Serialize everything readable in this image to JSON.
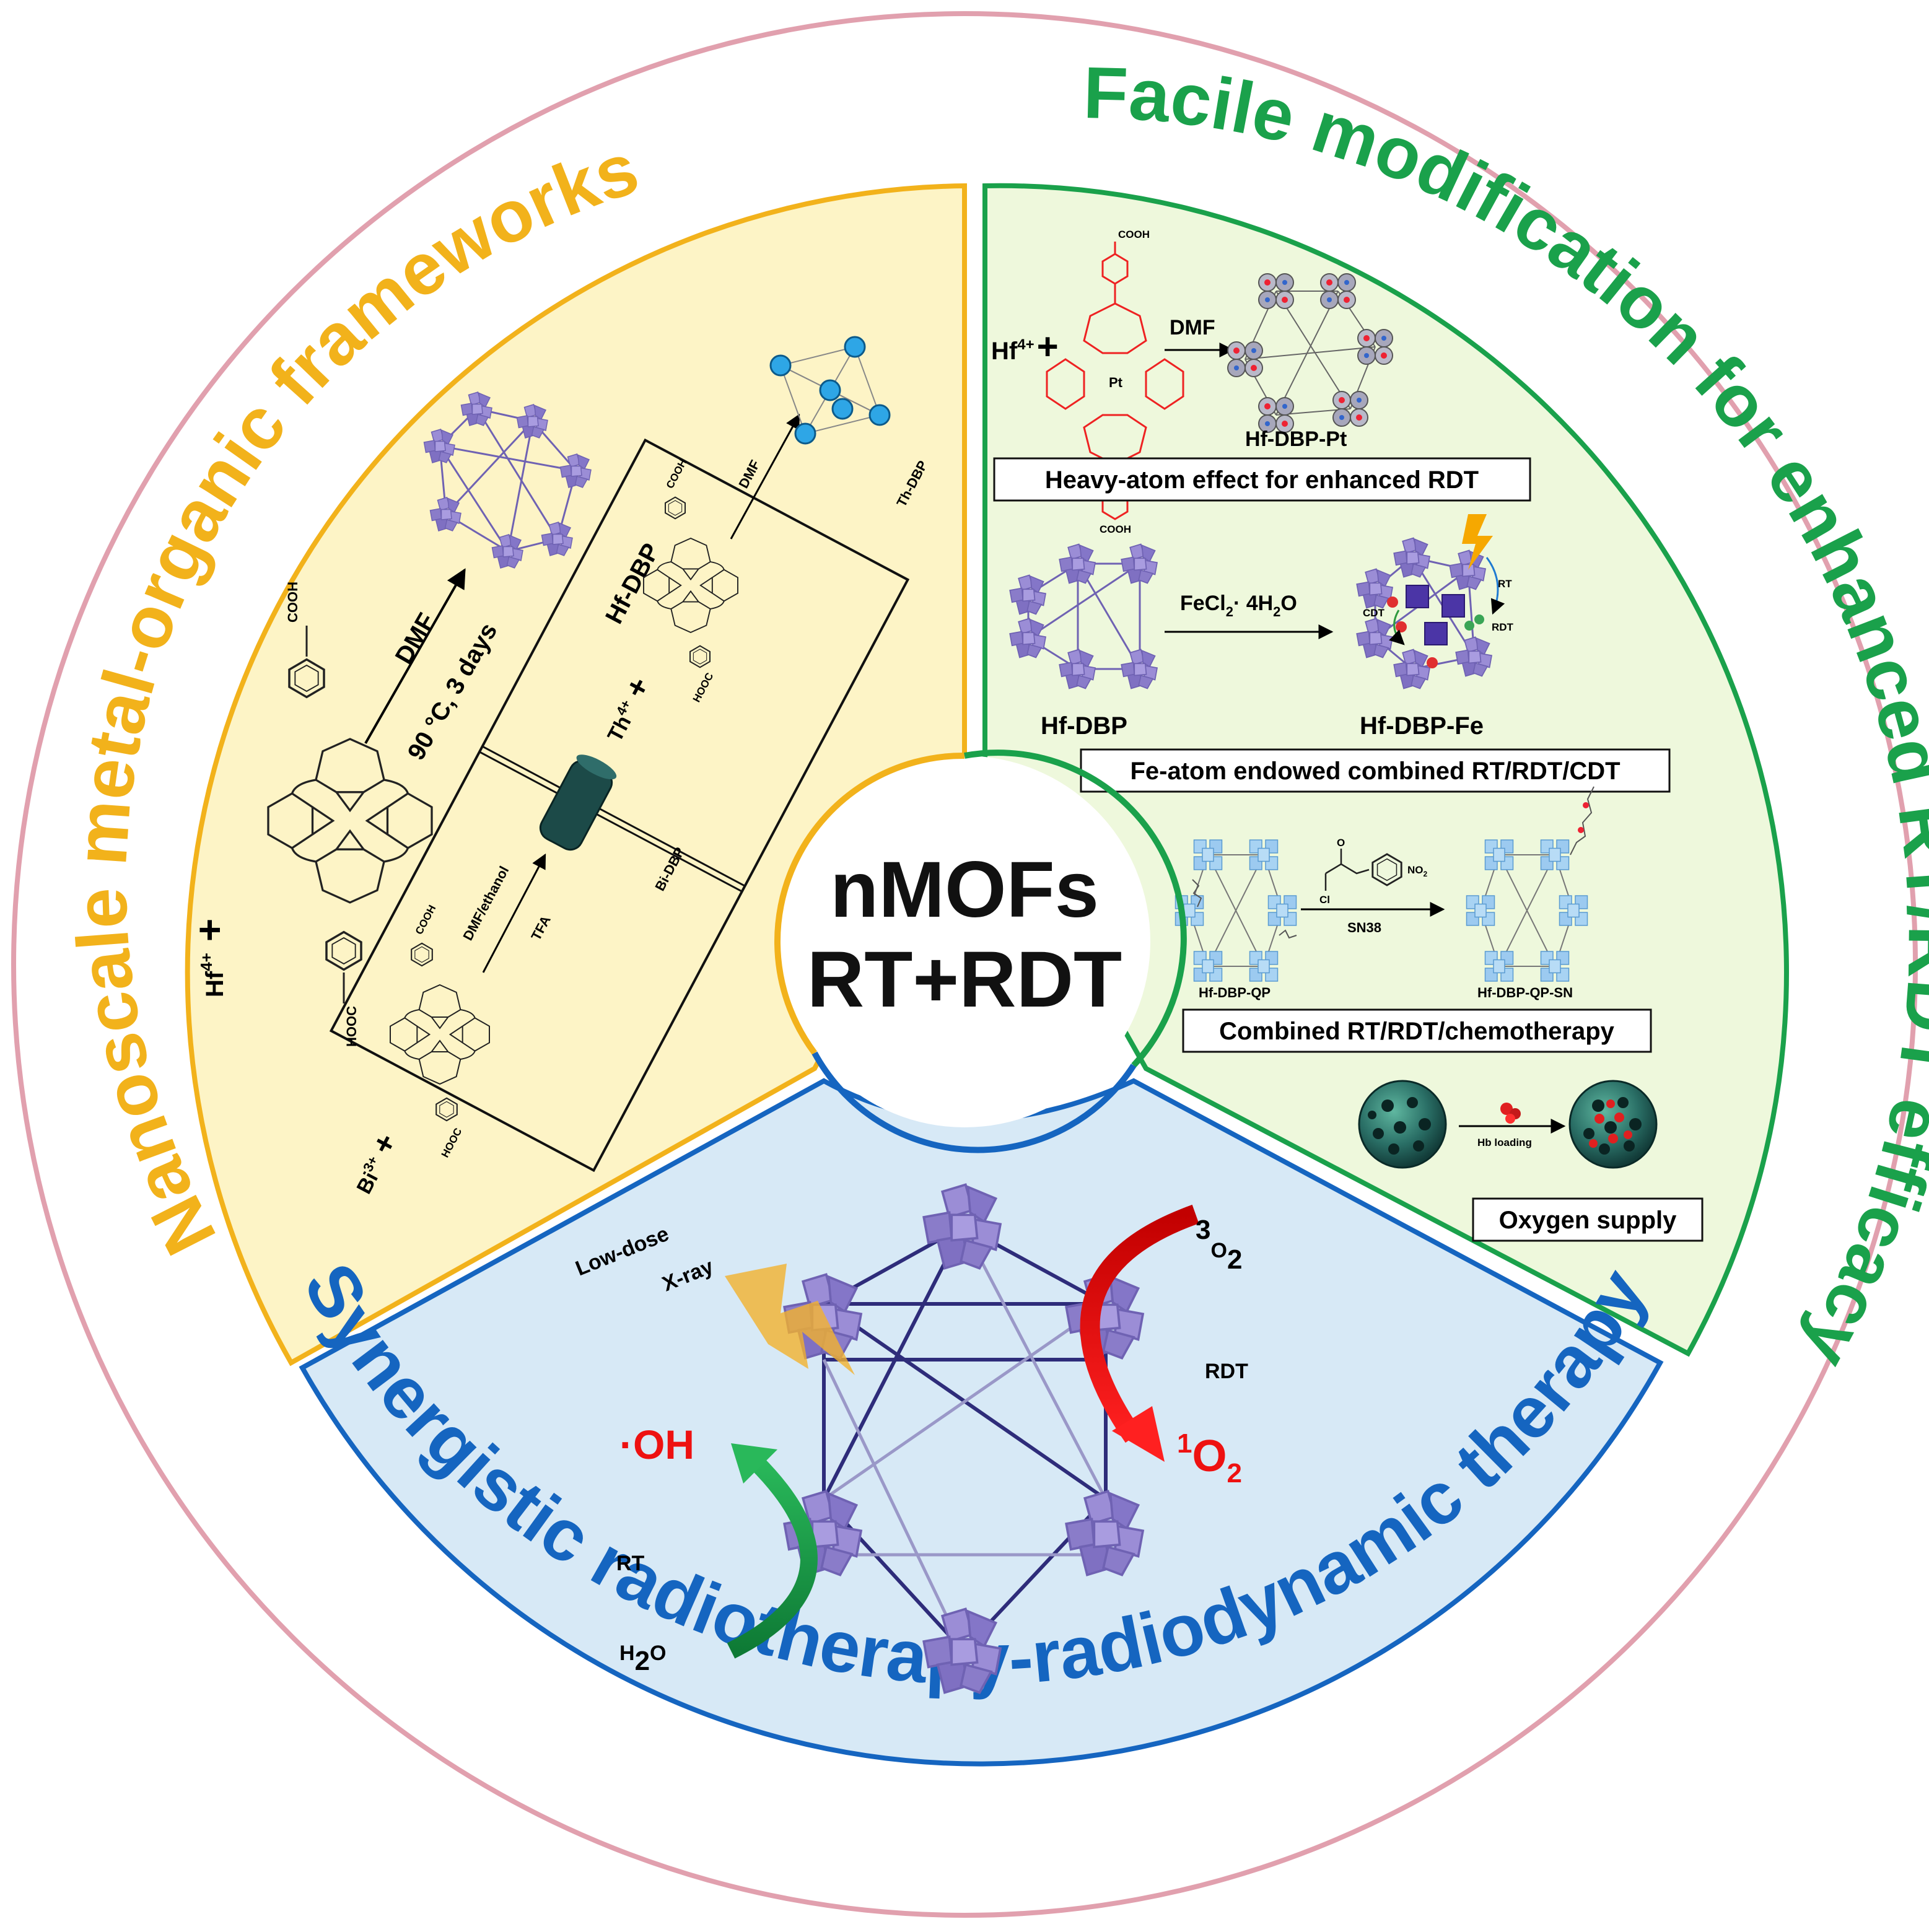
{
  "colors": {
    "outer_ring": "#e1a0ae",
    "yellow_accent": "#f2b21b",
    "yellow_fill": "#fdf4c6",
    "green_accent": "#1aa14b",
    "green_fill": "#eef8dc",
    "blue_accent": "#1565c0",
    "blue_fill": "#d7e9f6",
    "cluster": "#8a7cc9",
    "red": "#ee1111",
    "arrow_green": "#18a04a"
  },
  "center": {
    "line1": "nMOFs",
    "line2": "RT+RDT"
  },
  "arc_titles": {
    "left": "Nanoscale metal-organic frameworks",
    "right": "Facile modification for enhanced RT/RDT efficacy",
    "bottom": "Synergistic radiotherapy-radiodynamic therapy"
  },
  "left_panel": {
    "hf": {
      "metal": "Hf",
      "charge": "4+",
      "plus": "+",
      "cooh_top": "COOH",
      "cooh_bottom": "HOOC",
      "solvent": "DMF",
      "conditions": "90 °C, 3 days",
      "product": "Hf-DBP"
    },
    "th": {
      "metal": "Th",
      "charge": "4+",
      "plus": "+",
      "cooh_top": "COOH",
      "cooh_bottom": "HOOC",
      "solvent": "DMF",
      "product": "Th-DBP"
    },
    "bi": {
      "metal": "Bi",
      "charge": "3+",
      "plus": "+",
      "cooh_top": "COOH",
      "cooh_bottom": "HOOC",
      "solvent": "DMF/ethanol",
      "additive": "TFA",
      "product": "Bi-DBP"
    }
  },
  "right_panel": {
    "pt": {
      "metal": "Hf",
      "charge": "4+",
      "plus": "+",
      "cooh_top": "COOH",
      "cooh_bottom": "COOH",
      "pt_label": "Pt",
      "solvent": "DMF",
      "product": "Hf-DBP-Pt",
      "caption": "Heavy-atom effect for enhanced RDT"
    },
    "fe": {
      "reagent": "FeCl",
      "reagent_sub": "2",
      "reagent_rest": "· 4H",
      "reagent_sub2": "2",
      "reagent_end": "O",
      "left_label": "Hf-DBP",
      "right_label": "Hf-DBP-Fe",
      "rt_tag": "RT",
      "rdt_tag": "RDT",
      "cdt_tag": "CDT",
      "caption": "Fe-atom endowed combined RT/RDT/CDT"
    },
    "qp": {
      "cl": "Cl",
      "o": "O",
      "no2": "NO",
      "no2_sub": "2",
      "reagent": "SN38",
      "left_label": "Hf-DBP-QP",
      "right_label": "Hf-DBP-QP-SN",
      "caption": "Combined RT/RDT/chemotherapy"
    },
    "hb": {
      "reagent": "Hb loading",
      "caption": "Oxygen supply"
    }
  },
  "bottom_panel": {
    "xray_line1": "Low-dose",
    "xray_line2": "X-ray",
    "rt": "RT",
    "rdt": "RDT",
    "oh": "·OH",
    "h2o_h": "H",
    "h2o_sub": "2",
    "h2o_o": "O",
    "o2_triplet_sup": "3",
    "o2_triplet_o": "O",
    "o2_triplet_sub": "2",
    "o2_singlet_sup": "1",
    "o2_singlet_o": "O",
    "o2_singlet_sub": "2"
  }
}
